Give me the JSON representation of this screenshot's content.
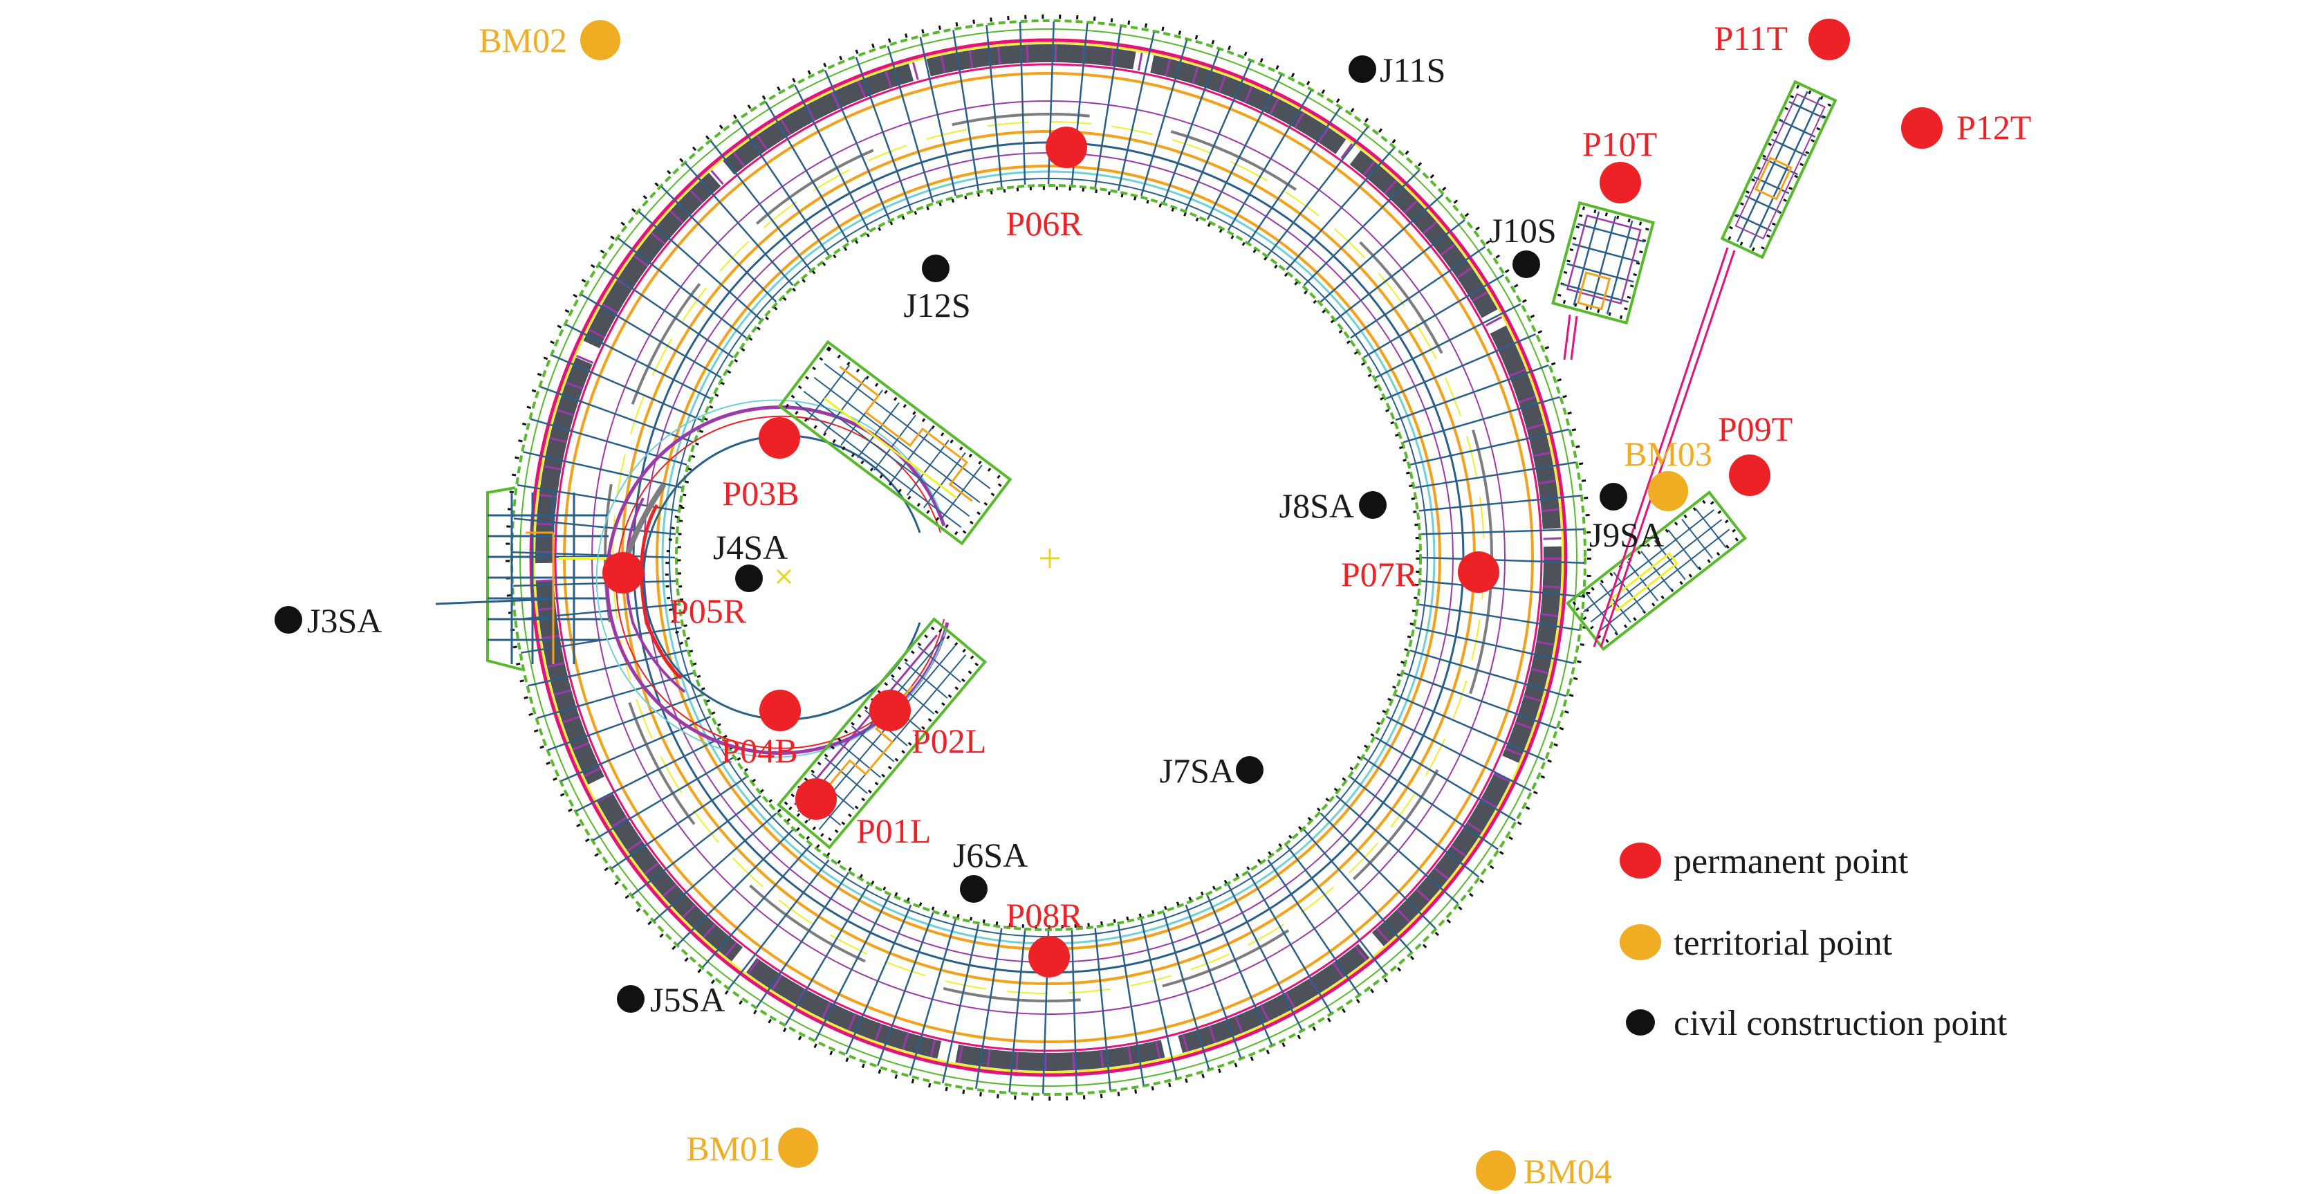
{
  "title": "Monitoring point layout of stadium structure",
  "colors": {
    "permanent": "#ec2227",
    "territorial": "#f0ad23",
    "civil": "#111111",
    "ring_dark": "#4d5159",
    "steel_blue": "#2a5f8a",
    "green": "#58b92c",
    "magenta": "#e6127c",
    "purple": "#9b3aa8",
    "orange": "#f4a21b",
    "yellow": "#eef02a",
    "cyan": "#6fd0d6",
    "gray": "#7d7d80"
  },
  "legend": [
    {
      "type": "permanent",
      "label": "permanent point"
    },
    {
      "type": "territorial",
      "label": "territorial point"
    },
    {
      "type": "civil",
      "label": "civil construction point"
    }
  ],
  "points": [
    {
      "id": "P01L",
      "type": "permanent",
      "label_side": "below-right"
    },
    {
      "id": "P02L",
      "type": "permanent",
      "label_side": "below-right"
    },
    {
      "id": "P03B",
      "type": "permanent",
      "label_side": "below"
    },
    {
      "id": "P04B",
      "type": "permanent",
      "label_side": "below"
    },
    {
      "id": "P05R",
      "type": "permanent",
      "label_side": "below-right"
    },
    {
      "id": "P06R",
      "type": "permanent",
      "label_side": "below"
    },
    {
      "id": "P07R",
      "type": "permanent",
      "label_side": "left"
    },
    {
      "id": "P08R",
      "type": "permanent",
      "label_side": "above"
    },
    {
      "id": "P09T",
      "type": "permanent",
      "label_side": "above"
    },
    {
      "id": "P10T",
      "type": "permanent",
      "label_side": "above"
    },
    {
      "id": "P11T",
      "type": "permanent",
      "label_side": "left"
    },
    {
      "id": "P12T",
      "type": "permanent",
      "label_side": "right"
    },
    {
      "id": "BM01",
      "type": "territorial",
      "label_side": "left"
    },
    {
      "id": "BM02",
      "type": "territorial",
      "label_side": "left"
    },
    {
      "id": "BM03",
      "type": "territorial",
      "label_side": "above"
    },
    {
      "id": "BM04",
      "type": "territorial",
      "label_side": "right"
    },
    {
      "id": "J3SA",
      "type": "civil",
      "label_side": "right"
    },
    {
      "id": "J4SA",
      "type": "civil",
      "label_side": "above"
    },
    {
      "id": "J5SA",
      "type": "civil",
      "label_side": "right"
    },
    {
      "id": "J6SA",
      "type": "civil",
      "label_side": "above"
    },
    {
      "id": "J7SA",
      "type": "civil",
      "label_side": "left"
    },
    {
      "id": "J8SA",
      "type": "civil",
      "label_side": "left"
    },
    {
      "id": "J9SA",
      "type": "civil",
      "label_side": "below"
    },
    {
      "id": "J10S",
      "type": "civil",
      "label_side": "above"
    },
    {
      "id": "J11S",
      "type": "civil",
      "label_side": "right"
    },
    {
      "id": "J12S",
      "type": "civil",
      "label_side": "below"
    }
  ]
}
